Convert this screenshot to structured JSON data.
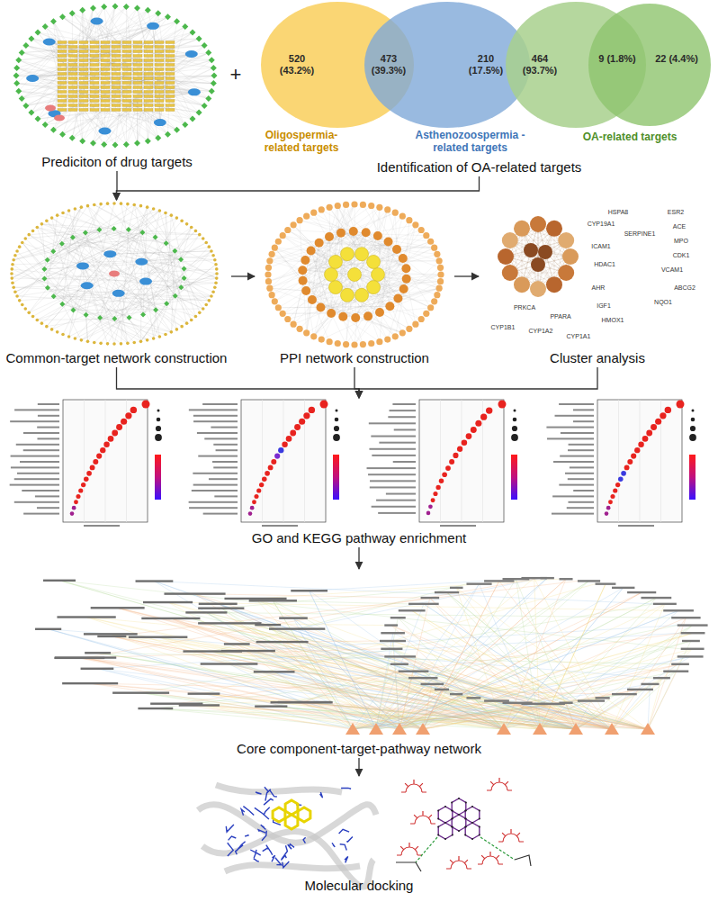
{
  "diagram": {
    "nodes": [
      {
        "text": [
          "Prediciton of drug targets"
        ]
      },
      {
        "text": [
          "Identification of OA-related targets"
        ]
      },
      {
        "text": [
          "Common-target network construction"
        ]
      },
      {
        "text": [
          "PPI network construction"
        ]
      },
      {
        "text": [
          "Cluster analysis"
        ]
      },
      {
        "text": [
          "GO and KEGG pathway enrichment"
        ]
      },
      {
        "text": [
          "Core component-target-pathway network"
        ]
      },
      {
        "text": [
          "Molecular docking"
        ]
      }
    ],
    "edges": [
      {
        "from": 0,
        "to": 2,
        "arrow": "to"
      },
      {
        "from": 1,
        "to": 2,
        "arrow": "to"
      },
      {
        "from": 2,
        "to": 3,
        "arrow": "to"
      },
      {
        "from": 3,
        "to": 4,
        "arrow": "to"
      },
      {
        "from": 2,
        "to": 5,
        "arrow": "to"
      },
      {
        "from": 3,
        "to": 5,
        "arrow": "to"
      },
      {
        "from": 4,
        "to": 5,
        "arrow": "to"
      },
      {
        "from": 5,
        "to": 6,
        "arrow": "to"
      },
      {
        "from": 6,
        "to": 7,
        "arrow": "to"
      }
    ],
    "labels": [
      "+",
      "520 (43.2%)",
      "473 (39.3%)",
      "210 (17.5%)",
      "464 (93.7%)",
      "9 (1.8%)",
      "22 (4.4%)",
      "Oligospermia-related targets",
      "Asthenozoospermia -related targets",
      "OA-related targets",
      "HSPA8",
      "ESR2",
      "CYP19A1",
      "SERPINE1",
      "ACE",
      "MPO",
      "ICAM1",
      "CDK1",
      "HDAC1",
      "VCAM1",
      "AHR",
      "ABCG2",
      "NQO1",
      "IGF1",
      "HMOX1",
      "PRKCA",
      "PPARA",
      "CYP1B1",
      "CYP1A2",
      "CYP1A1"
    ]
  }
}
